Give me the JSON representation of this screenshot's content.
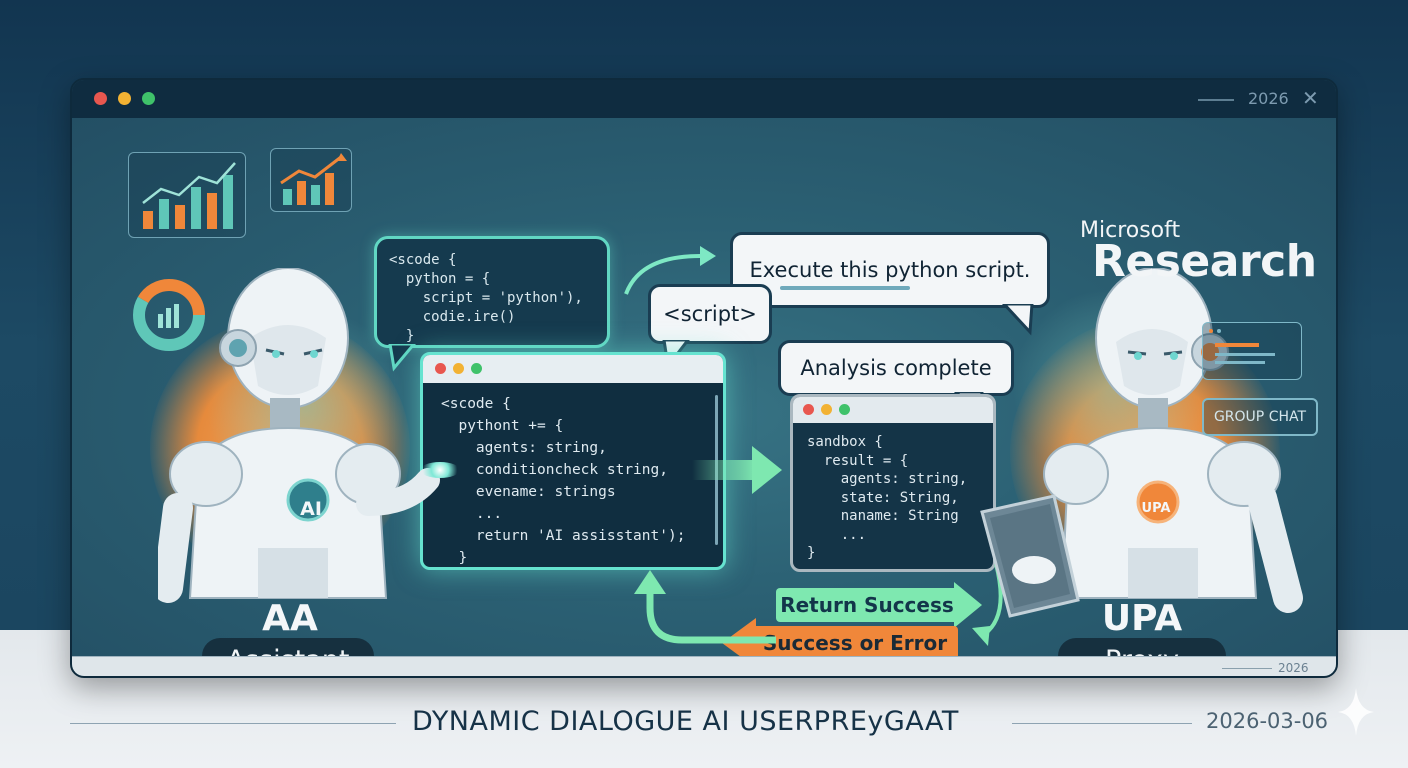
{
  "window": {
    "title_year": "2026",
    "status_year": "2026",
    "controls": {
      "close_icon": "close-icon",
      "minimize_icon": "minimize-icon"
    },
    "traffic_lights": [
      "#e8574f",
      "#f2b233",
      "#3fc26a"
    ]
  },
  "brand": {
    "line1": "Microsoft",
    "line2": "Research"
  },
  "top_code_bubble": {
    "lines": [
      "<scode {",
      "  python = {",
      "    script = 'python'),",
      "    codie.ire()",
      "  }"
    ]
  },
  "main_code_window": {
    "lines": [
      "<scode {",
      "  pythont += {",
      "    agents: string,",
      "    conditioncheck string,",
      "    evename: strings",
      "    ...",
      "    return 'AI assisstant');",
      "  }",
      "}"
    ]
  },
  "sandbox_window": {
    "lines": [
      "sandbox {",
      "  result = {",
      "    agents: string,",
      "    state: String,",
      "    naname: String",
      "    ...",
      "}"
    ]
  },
  "bubbles": {
    "execute": "Execute this python script.",
    "script": "<script>",
    "analysis": "Analysis complete"
  },
  "arrows": {
    "return_success": "Return Success",
    "success_or_error": "Success or Error"
  },
  "left_robot": {
    "badge": "AI",
    "tag": "AA",
    "name": "Assistant"
  },
  "right_robot": {
    "badge": "UPA",
    "tag": "UPA",
    "name": "Proxy"
  },
  "chip": {
    "label": "GROUP CHAT"
  },
  "footer": {
    "title": "DYNAMIC DIALOGUE AI USERPREyGAAT",
    "date": "2026-03-06"
  },
  "colors": {
    "teal": "#61d7c3",
    "orange": "#f0873a",
    "green": "#7ee8b0",
    "navy": "#0f2c40"
  }
}
